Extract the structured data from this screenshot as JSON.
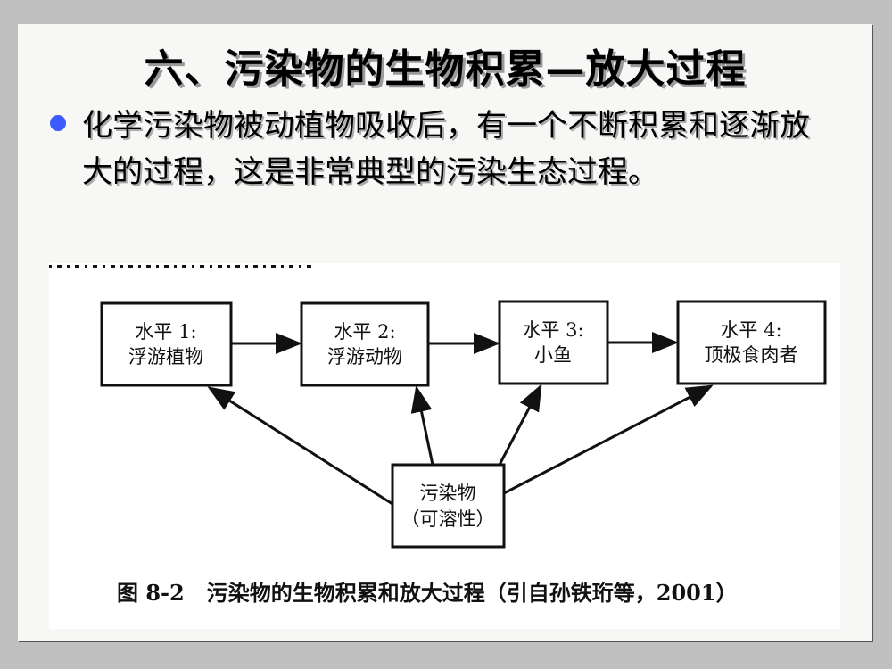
{
  "slide": {
    "title": "六、污染物的生物积累—放大过程",
    "bullets": [
      "化学污染物被动植物吸收后，有一个不断积累和逐渐放大的过程，这是非常典型的污染生态过程。"
    ],
    "bullet_color": "#3b5bff"
  },
  "figure": {
    "levels": [
      {
        "line1": "水平 1:",
        "line2": "浮游植物"
      },
      {
        "line1": "水平 2:",
        "line2": "浮游动物"
      },
      {
        "line1": "水平 3:",
        "line2": "小鱼"
      },
      {
        "line1": "水平 4:",
        "line2": "顶极食肉者"
      }
    ],
    "source": {
      "line1": "污染物",
      "line2": "（可溶性）"
    },
    "caption": "图 8-2   污染物的生物积累和放大过程（引自孙铁珩等，2001）"
  }
}
